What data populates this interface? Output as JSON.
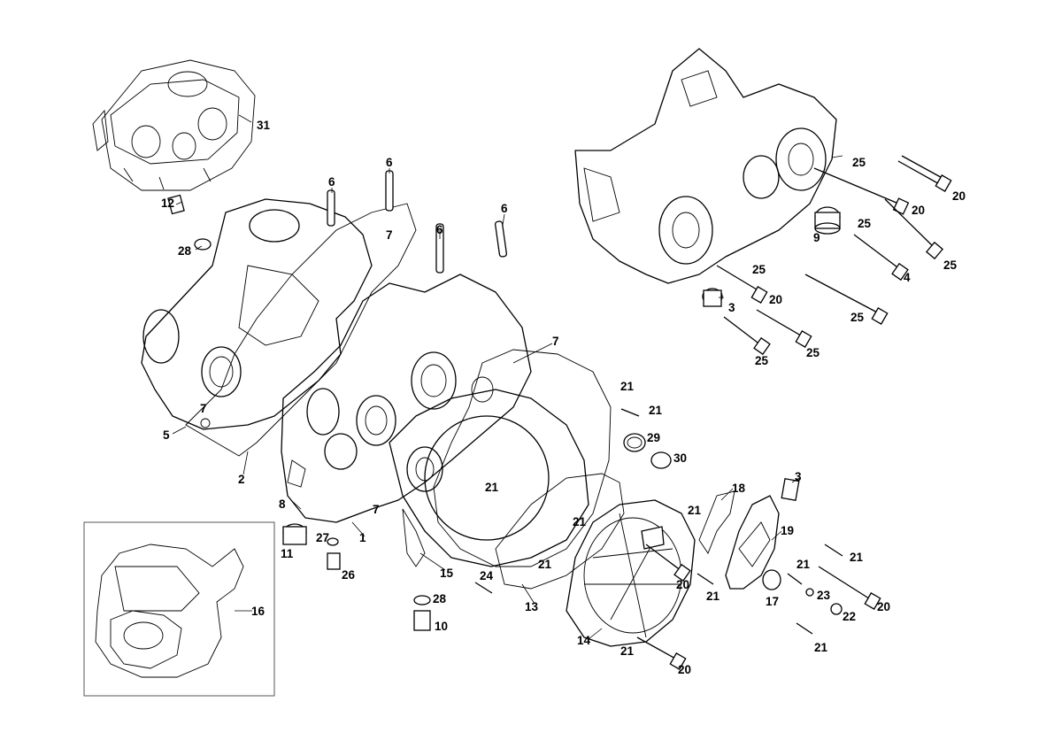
{
  "callouts": [
    {
      "id": "c31a",
      "text": "31"
    },
    {
      "id": "c12",
      "text": "12"
    },
    {
      "id": "c28a",
      "text": "28"
    },
    {
      "id": "c6a",
      "text": "6"
    },
    {
      "id": "c6b",
      "text": "6"
    },
    {
      "id": "c6c",
      "text": "6"
    },
    {
      "id": "c6d",
      "text": "6"
    },
    {
      "id": "c7a",
      "text": "7"
    },
    {
      "id": "c7b",
      "text": "7"
    },
    {
      "id": "c7c",
      "text": "7"
    },
    {
      "id": "c7d",
      "text": "7"
    },
    {
      "id": "c5",
      "text": "5"
    },
    {
      "id": "c2",
      "text": "2"
    },
    {
      "id": "c8",
      "text": "8"
    },
    {
      "id": "c1",
      "text": "1"
    },
    {
      "id": "c11",
      "text": "11"
    },
    {
      "id": "c27",
      "text": "27"
    },
    {
      "id": "c26",
      "text": "26"
    },
    {
      "id": "c16",
      "text": "16"
    },
    {
      "id": "c15",
      "text": "15"
    },
    {
      "id": "c28b",
      "text": "28"
    },
    {
      "id": "c10",
      "text": "10"
    },
    {
      "id": "c24",
      "text": "24"
    },
    {
      "id": "c13",
      "text": "13"
    },
    {
      "id": "c21a",
      "text": "21"
    },
    {
      "id": "c21b",
      "text": "21"
    },
    {
      "id": "c21c",
      "text": "21"
    },
    {
      "id": "c21d",
      "text": "21"
    },
    {
      "id": "c21e",
      "text": "21"
    },
    {
      "id": "c21f",
      "text": "21"
    },
    {
      "id": "c21g",
      "text": "21"
    },
    {
      "id": "c21h",
      "text": "21"
    },
    {
      "id": "c21i",
      "text": "21"
    },
    {
      "id": "c21j",
      "text": "21"
    },
    {
      "id": "c21k",
      "text": "21"
    },
    {
      "id": "c29",
      "text": "29"
    },
    {
      "id": "c30",
      "text": "30"
    },
    {
      "id": "c18",
      "text": "18"
    },
    {
      "id": "c3a",
      "text": "3"
    },
    {
      "id": "c19",
      "text": "19"
    },
    {
      "id": "c14",
      "text": "14"
    },
    {
      "id": "c20a",
      "text": "20"
    },
    {
      "id": "c20b",
      "text": "20"
    },
    {
      "id": "c20c",
      "text": "20"
    },
    {
      "id": "c20d",
      "text": "20"
    },
    {
      "id": "c20e",
      "text": "20"
    },
    {
      "id": "c20f",
      "text": "20"
    },
    {
      "id": "c17",
      "text": "17"
    },
    {
      "id": "c23",
      "text": "23"
    },
    {
      "id": "c22",
      "text": "22"
    },
    {
      "id": "c25a",
      "text": "25"
    },
    {
      "id": "c25b",
      "text": "25"
    },
    {
      "id": "c25c",
      "text": "25"
    },
    {
      "id": "c25d",
      "text": "25"
    },
    {
      "id": "c25e",
      "text": "25"
    },
    {
      "id": "c25f",
      "text": "25"
    },
    {
      "id": "c25g",
      "text": "25"
    },
    {
      "id": "c9",
      "text": "9"
    },
    {
      "id": "c4",
      "text": "4"
    },
    {
      "id": "c3b",
      "text": "3"
    }
  ]
}
